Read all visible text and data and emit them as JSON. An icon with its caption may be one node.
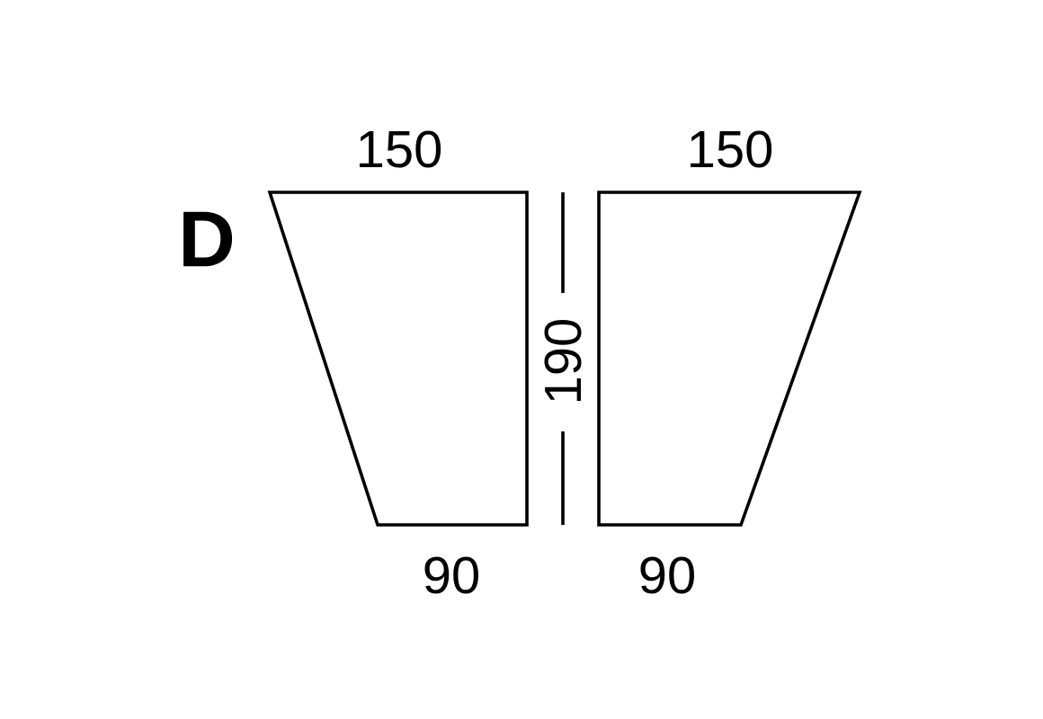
{
  "diagram": {
    "labels": [
      "D",
      "150",
      "150",
      "190",
      "90",
      "90"
    ]
  }
}
